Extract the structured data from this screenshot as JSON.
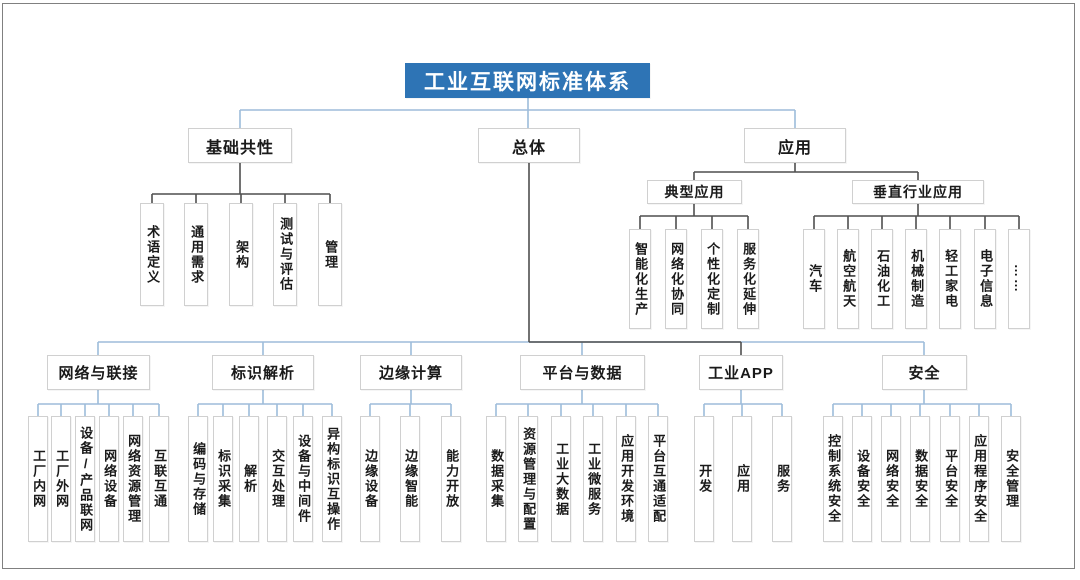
{
  "title": "工业互联网标准体系",
  "colors": {
    "title_bg": "#2e74b5",
    "line_blue": "#9dbcda",
    "line_dark": "#4f4f4f",
    "box_border": "#d0d0d0"
  },
  "tree": {
    "root": {
      "label": "工业互联网标准体系"
    },
    "foundation": {
      "label": "基础共性",
      "children": [
        "术语定义",
        "通用需求",
        "架构",
        "测试与评估",
        "管理"
      ]
    },
    "overall": {
      "label": "总体"
    },
    "application": {
      "label": "应用"
    },
    "typical": {
      "label": "典型应用",
      "children": [
        "智能化生产",
        "网络化协同",
        "个性化定制",
        "服务化延伸"
      ]
    },
    "vertical": {
      "label": "垂直行业应用",
      "children": [
        "汽车",
        "航空航天",
        "石油化工",
        "机械制造",
        "轻工家电",
        "电子信息",
        "……"
      ]
    },
    "network": {
      "label": "网络与联接",
      "children": [
        "工厂内网",
        "工厂外网",
        "设备/产品联网",
        "网络设备",
        "网络资源管理",
        "互联互通"
      ]
    },
    "identifier": {
      "label": "标识解析",
      "children": [
        "编码与存储",
        "标识采集",
        "解析",
        "交互处理",
        "设备与中间件",
        "异构标识互操作"
      ]
    },
    "edge": {
      "label": "边缘计算",
      "children": [
        "边缘设备",
        "边缘智能",
        "能力开放"
      ]
    },
    "platform": {
      "label": "平台与数据",
      "children": [
        "数据采集",
        "资源管理与配置",
        "工业大数据",
        "工业微服务",
        "应用开发环境",
        "平台互通适配"
      ]
    },
    "industrial_app": {
      "label": "工业APP",
      "children": [
        "开发",
        "应用",
        "服务"
      ]
    },
    "security": {
      "label": "安全",
      "children": [
        "控制系统安全",
        "设备安全",
        "网络安全",
        "数据安全",
        "平台安全",
        "应用程序安全",
        "安全管理"
      ]
    }
  }
}
